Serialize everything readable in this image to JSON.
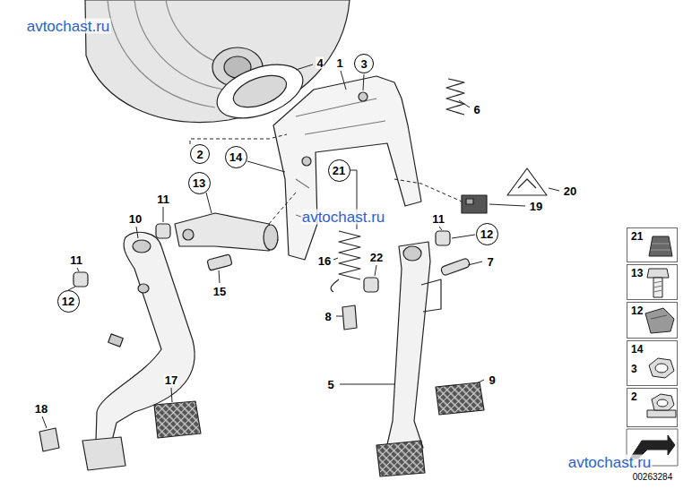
{
  "diagram": {
    "nodes": [
      {
        "text": [
          "3"
        ]
      },
      {
        "text": [
          "2"
        ]
      },
      {
        "text": [
          "14"
        ]
      },
      {
        "text": [
          "21"
        ]
      },
      {
        "text": [
          "13"
        ]
      },
      {
        "text": [
          "12"
        ]
      },
      {
        "text": [
          "12"
        ]
      },
      {
        "text": [
          "21"
        ]
      },
      {
        "text": [
          "13"
        ]
      },
      {
        "text": [
          "12"
        ]
      },
      {
        "text": [
          "14",
          "3"
        ]
      },
      {
        "text": [
          "2"
        ]
      }
    ],
    "labels": [
      "avtochast.ru",
      "4",
      "1",
      "6",
      "20",
      "19",
      "11",
      "10",
      "11",
      "avtochast.ru",
      "11",
      "16",
      "22",
      "7",
      "15",
      "8",
      "9",
      "17",
      "5",
      "18",
      "avtochast.ru",
      "00263284"
    ]
  }
}
